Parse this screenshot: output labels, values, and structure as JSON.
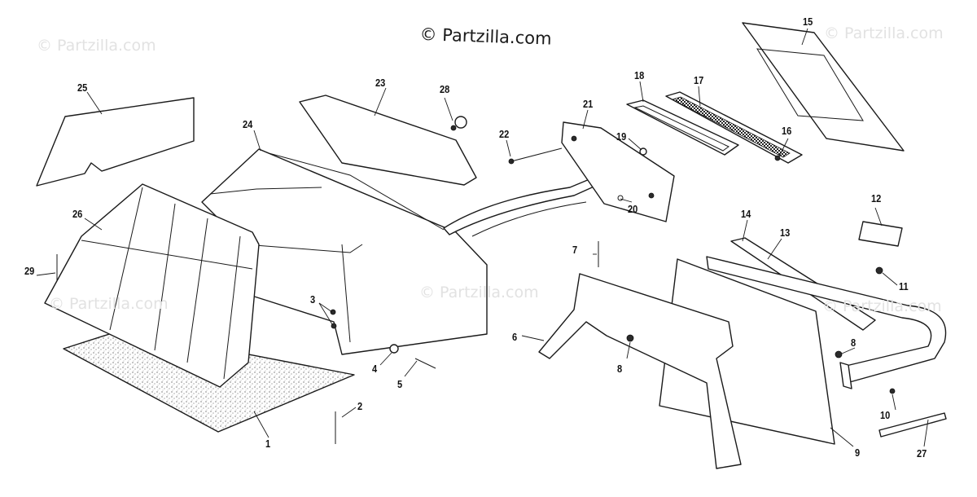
{
  "watermarks": {
    "main": "© Partzilla.com",
    "faint": [
      "© Partzilla.com",
      "© Partzilla.com",
      "© Partzilla.com",
      "© Partzilla.com",
      "© Partzilla.com"
    ]
  },
  "callouts": {
    "c1": "1",
    "c2": "2",
    "c3": "3",
    "c4": "4",
    "c5": "5",
    "c6": "6",
    "c7": "7",
    "c8a": "8",
    "c8b": "8",
    "c9": "9",
    "c10": "10",
    "c11": "11",
    "c12": "12",
    "c13": "13",
    "c14": "14",
    "c15": "15",
    "c16": "16",
    "c17": "17",
    "c18": "18",
    "c19": "19",
    "c20": "20",
    "c21": "21",
    "c22": "22",
    "c23": "23",
    "c24": "24",
    "c25": "25",
    "c26": "26",
    "c27": "27",
    "c28": "28",
    "c29": "29"
  },
  "colors": {
    "line": "#1a1a1a",
    "watermark_faint": "#e2e2e2",
    "background": "#ffffff"
  }
}
